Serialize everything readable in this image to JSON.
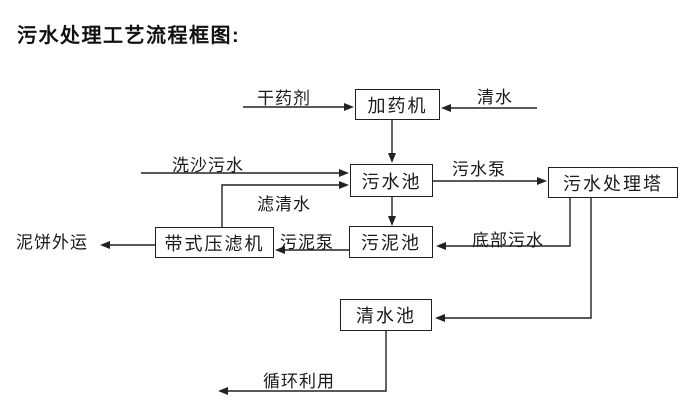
{
  "title": "污水处理工艺流程框图:",
  "nodes": {
    "dosing_machine": "加药机",
    "sewage_pool": "污水池",
    "treatment_tower": "污水处理塔",
    "sludge_pool": "污泥池",
    "belt_filter_press": "带式压滤机",
    "clean_water_pool": "清水池"
  },
  "flow_labels": {
    "dry_chemical": "干药剂",
    "clean_water": "清水",
    "sand_washing_sewage": "洗沙污水",
    "sewage_pump": "污水泵",
    "filtered_water": "滤清水",
    "sludge_pump": "污泥泵",
    "bottom_sewage": "底部污水",
    "mud_cake_out": "泥饼外运",
    "recycle_use": "循环利用"
  },
  "edges": [
    {
      "from": "dry_chemical_input",
      "to": "dosing_machine",
      "label": "干药剂"
    },
    {
      "from": "clean_water_input",
      "to": "dosing_machine",
      "label": "清水"
    },
    {
      "from": "dosing_machine",
      "to": "sewage_pool",
      "label": ""
    },
    {
      "from": "sand_washing_input",
      "to": "sewage_pool",
      "label": "洗沙污水"
    },
    {
      "from": "belt_filter_press",
      "to": "sewage_pool",
      "label": "滤清水"
    },
    {
      "from": "sewage_pool",
      "to": "treatment_tower",
      "label": "污水泵"
    },
    {
      "from": "sewage_pool",
      "to": "sludge_pool",
      "label": ""
    },
    {
      "from": "treatment_tower",
      "to": "sludge_pool",
      "label": "底部污水"
    },
    {
      "from": "sludge_pool",
      "to": "belt_filter_press",
      "label": "污泥泵"
    },
    {
      "from": "belt_filter_press",
      "to": "mud_cake_output",
      "label": "泥饼外运"
    },
    {
      "from": "treatment_tower",
      "to": "clean_water_pool",
      "label": ""
    },
    {
      "from": "clean_water_pool",
      "to": "recycle_output",
      "label": "循环利用"
    }
  ],
  "colors": {
    "background": "#ffffff",
    "line": "#222222",
    "text": "#1a1a1a"
  }
}
